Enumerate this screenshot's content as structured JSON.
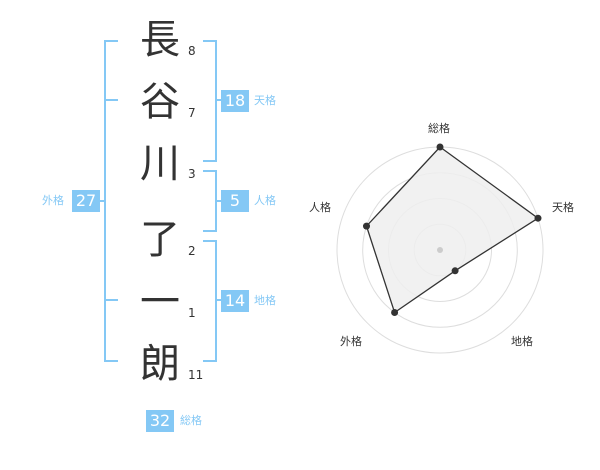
{
  "name": {
    "characters": [
      {
        "char": "長",
        "strokes": "8"
      },
      {
        "char": "谷",
        "strokes": "7"
      },
      {
        "char": "川",
        "strokes": "3"
      },
      {
        "char": "了",
        "strokes": "2"
      },
      {
        "char": "一",
        "strokes": "1"
      },
      {
        "char": "朗",
        "strokes": "11"
      }
    ]
  },
  "scores": {
    "tenkaku": {
      "value": "18",
      "label": "天格"
    },
    "jinkaku": {
      "value": "5",
      "label": "人格"
    },
    "chikaku": {
      "value": "14",
      "label": "地格"
    },
    "gaikaku": {
      "value": "27",
      "label": "外格"
    },
    "soukaku": {
      "value": "32",
      "label": "総格"
    }
  },
  "colors": {
    "accent": "#84c8f5",
    "text": "#333333",
    "radar_fill": "#eeeeee",
    "radar_ring": "#dddddd"
  },
  "chart_data": {
    "type": "radar",
    "axes": [
      "総格",
      "天格",
      "地格",
      "外格",
      "人格"
    ],
    "values": [
      4,
      4,
      1,
      3,
      3
    ],
    "range": [
      0,
      4
    ],
    "rings": 4
  }
}
